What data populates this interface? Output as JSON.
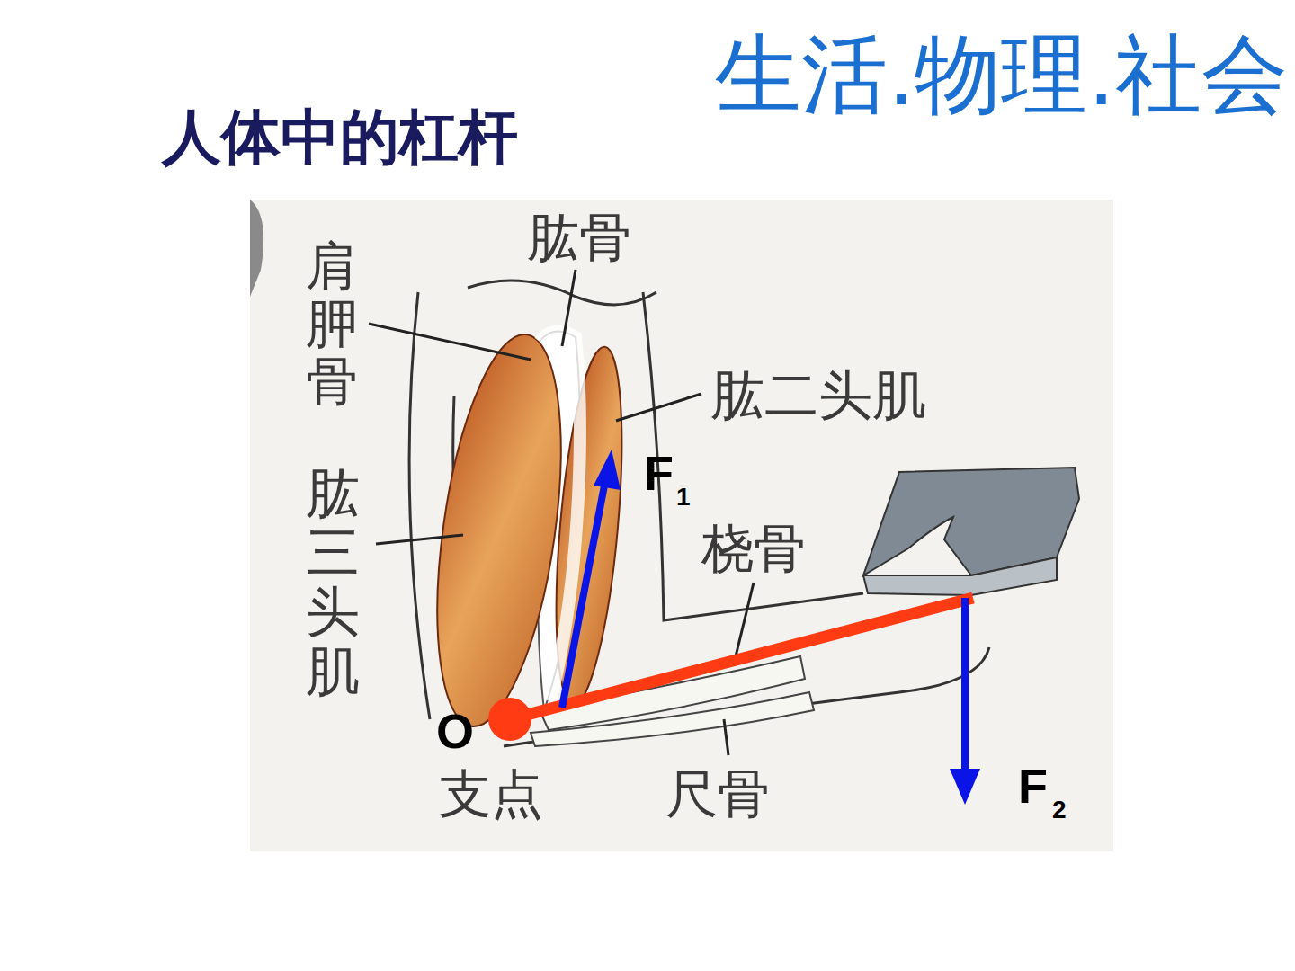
{
  "diagram": {
    "title": "人体中的杠杆",
    "labels": [
      "生活.物理.社会",
      "肱骨",
      "肩胛骨",
      "肱二头肌",
      "F",
      "1",
      "肱三头肌",
      "桡骨",
      "O",
      "支点",
      "尺骨",
      "F",
      "2"
    ]
  }
}
